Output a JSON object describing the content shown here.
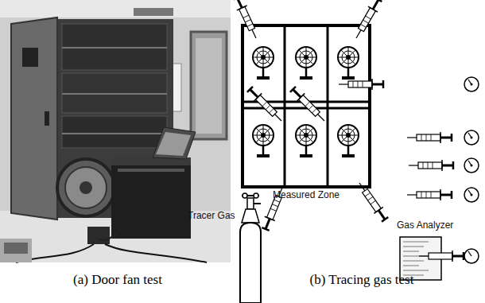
{
  "diagram": {
    "nodes": [
      {
        "text": [
          "Measured Zone"
        ]
      },
      {
        "text": [
          "Tracer Gas"
        ]
      },
      {
        "text": [
          "Gas Analyzer"
        ]
      }
    ],
    "labels": [
      "(a) Door fan test",
      "(b) Tracing gas test"
    ]
  }
}
